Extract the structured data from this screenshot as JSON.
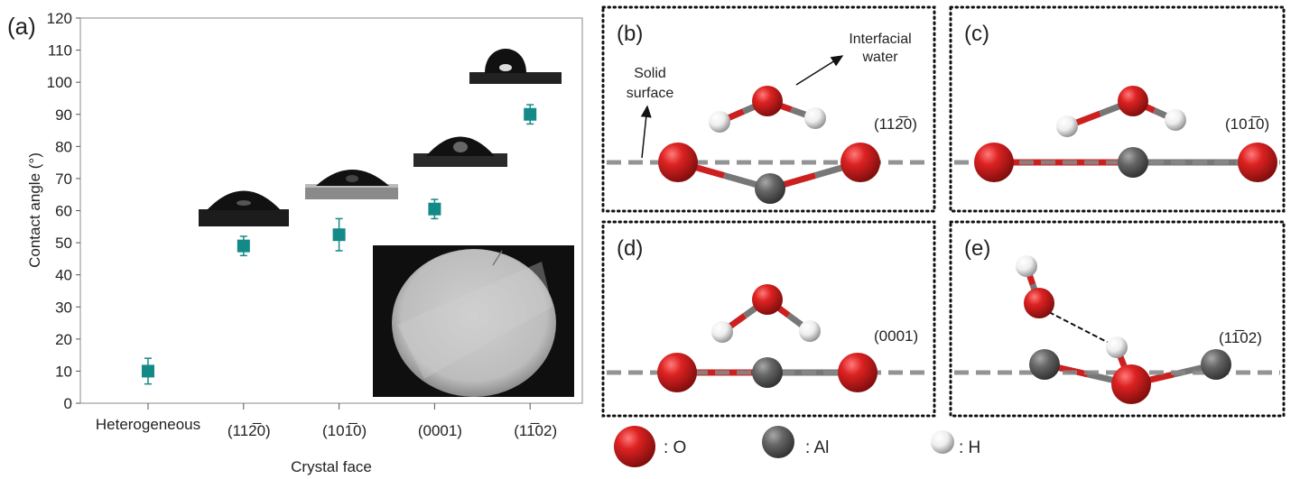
{
  "chart_data": {
    "type": "scatter",
    "panel_label": "(a)",
    "title": "",
    "xlabel": "Crystal face",
    "ylabel": "Contact angle (°)",
    "ylim": [
      0,
      120
    ],
    "yticks": [
      0,
      10,
      20,
      30,
      40,
      50,
      60,
      70,
      80,
      90,
      100,
      110,
      120
    ],
    "categories": [
      "Heterogeneous",
      "(112̅0)",
      "(101̅0)",
      "(0001)",
      "(11̅02)"
    ],
    "values": [
      10,
      49,
      52.5,
      60.5,
      90
    ],
    "error_low": [
      6,
      46,
      47.5,
      57.5,
      87
    ],
    "error_high": [
      14,
      52,
      57.5,
      63.5,
      93
    ],
    "marker_color": "#138a87",
    "grid": false
  },
  "diagrams": {
    "panels": [
      {
        "label": "(b)",
        "face": "(112̅0)"
      },
      {
        "label": "(c)",
        "face": "(101̅0)"
      },
      {
        "label": "(d)",
        "face": "(0001)"
      },
      {
        "label": "(e)",
        "face": "(11̅02)"
      }
    ],
    "annotations": {
      "interfacial_water": [
        "Interfacial",
        "water"
      ],
      "solid_surface": [
        "Solid",
        "surface"
      ]
    },
    "legend": [
      {
        "element": "O",
        "label": ": O",
        "color": "#d42020"
      },
      {
        "element": "Al",
        "label": ": Al",
        "color": "#6a6a6a"
      },
      {
        "element": "H",
        "label": ": H",
        "color": "#e8e8e8"
      }
    ]
  }
}
